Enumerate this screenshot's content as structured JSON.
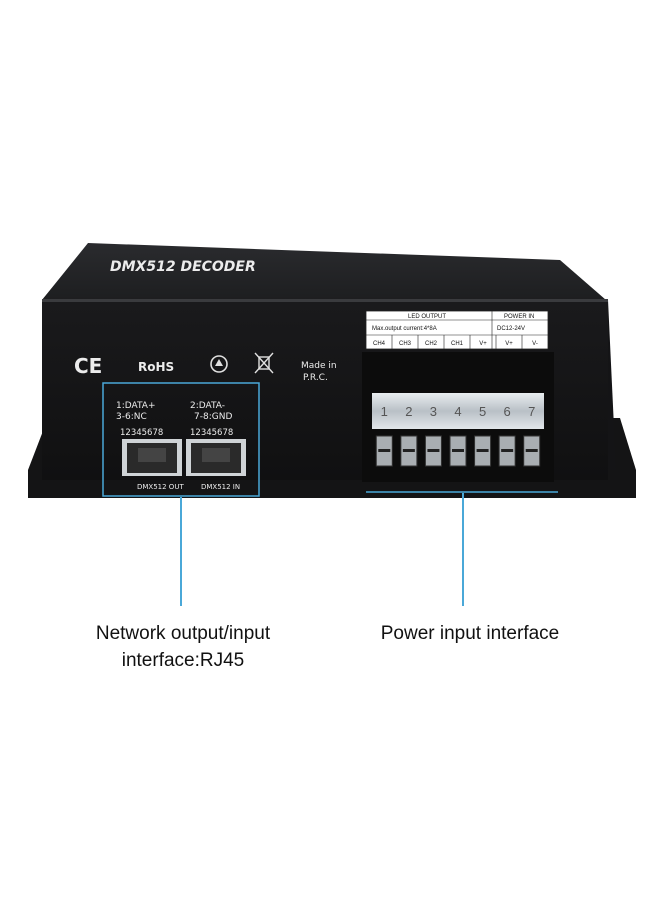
{
  "device": {
    "title": "DMX512 DECODER",
    "ce_mark": "CE",
    "rohs": "RoHS",
    "made_in_line1": "Made in",
    "made_in_line2": "P.R.C.",
    "pin_1": "1:DATA+",
    "pin_3": "3-6:NC",
    "pin_2": "2:DATA-",
    "pin_7": "7-8:GND",
    "pins_out": "12345678",
    "pins_in": "12345678",
    "port_out_label": "DMX512 OUT",
    "port_in_label": "DMX512 IN",
    "led_output_header": "LED OUTPUT",
    "power_in_header": "POWER IN",
    "max_current": "Max.output current:4*8A",
    "voltage": "DC12-24V",
    "channels": [
      "CH4",
      "CH3",
      "CH2",
      "CH1",
      "V+",
      "V+",
      "V-"
    ],
    "terminal_numbers": [
      "1",
      "2",
      "3",
      "4",
      "5",
      "6",
      "7"
    ]
  },
  "captions": {
    "network_line1": "Network output/input",
    "network_line2": "interface:RJ45",
    "power": "Power input interface"
  },
  "colors": {
    "highlight": "#4aa8d8",
    "body": "#1b1b1d"
  }
}
